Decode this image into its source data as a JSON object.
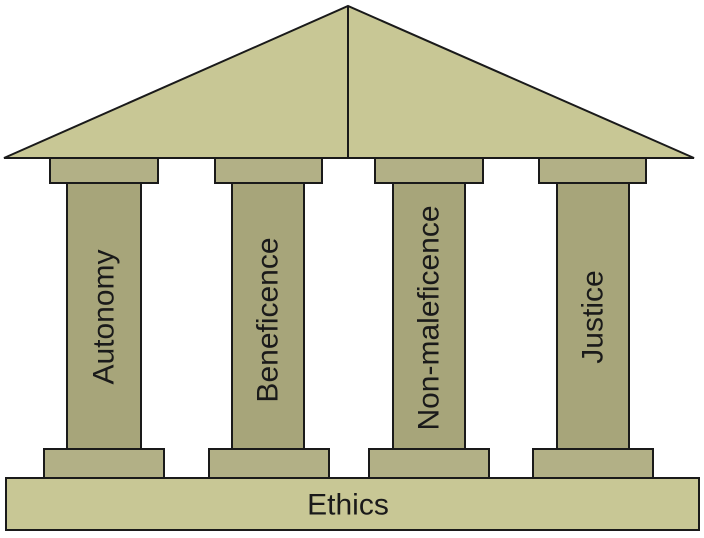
{
  "colors": {
    "roof": "#c8c795",
    "capital": "#b2b086",
    "column": "#a7a57a",
    "plinth": "#b2b086",
    "base": "#c8c795",
    "outline": "#1a1a1a",
    "text": "#1a1a1a"
  },
  "pillars": [
    {
      "label": "Autonomy"
    },
    {
      "label": "Beneficence"
    },
    {
      "label": "Non-maleficence"
    },
    {
      "label": "Justice"
    }
  ],
  "base": {
    "label": "Ethics"
  }
}
